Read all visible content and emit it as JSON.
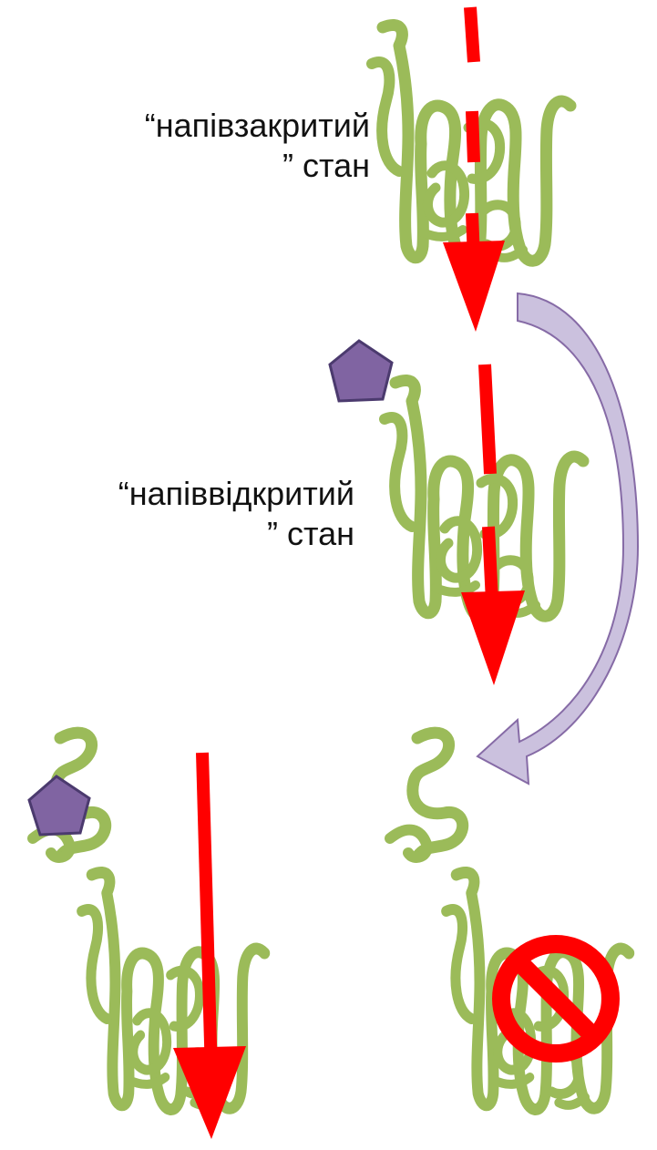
{
  "states": [
    {
      "label_line1": "“напівзакритий",
      "label_line2": "” стан"
    },
    {
      "label_line1": "“напіввідкритий",
      "label_line2": "” стан"
    }
  ],
  "colors": {
    "protein": "#9BBB59",
    "arrow": "#FF0000",
    "ligand": "#8064A2",
    "ligand_stroke": "#4B3A6E",
    "transition_arrow": "#C9BEDD",
    "transition_arrow_stroke": "#8064A2",
    "blocked": "#FF0000"
  },
  "icons": [
    "protein-coil-icon",
    "ligand-pentagon-icon",
    "flow-arrow-icon",
    "curved-transition-arrow-icon",
    "blocked-icon"
  ]
}
